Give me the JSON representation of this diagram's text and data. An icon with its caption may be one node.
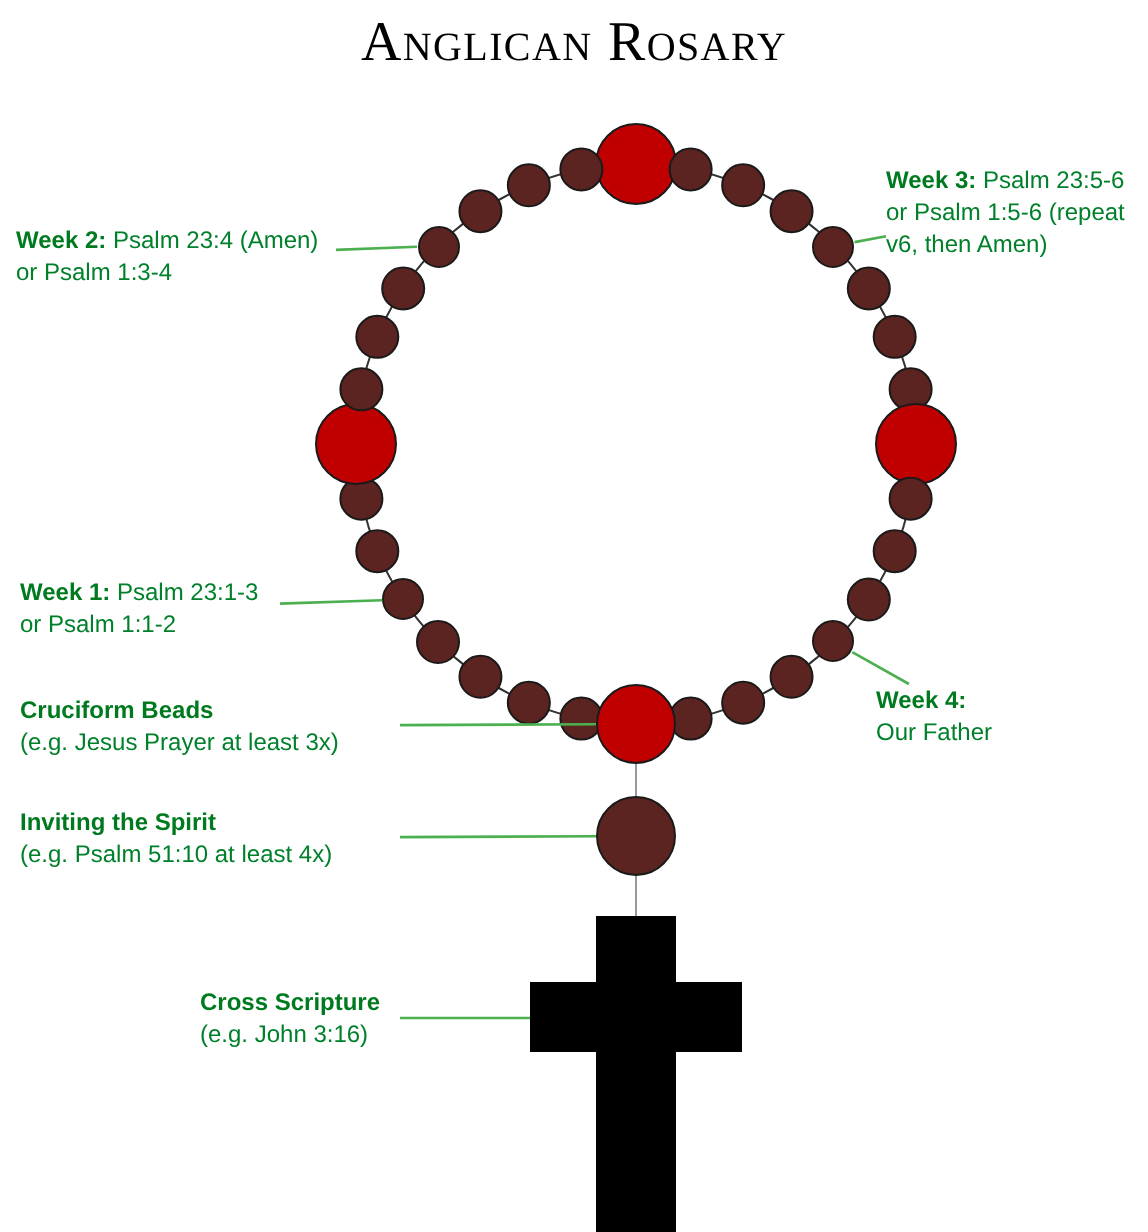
{
  "diagram": {
    "title": "Anglican Rosary",
    "nodes": [
      {
        "text": [
          "**Week 2:** Psalm 23:4 (Amen) or Psalm 1:3-4"
        ]
      },
      {
        "text": [
          "**Week 3:** Psalm 23:5-6 or Psalm 1:5-6 (repeat v6, then Amen)"
        ]
      },
      {
        "text": [
          "**Week 1:** Psalm 23:1-3 or Psalm 1:1-2"
        ]
      },
      {
        "text": [
          "Cruciform Beads",
          "(e.g. Jesus Prayer at least 3x)"
        ]
      },
      {
        "text": [
          "Week 4:",
          "Our Father"
        ]
      },
      {
        "text": [
          "Inviting the Spirit",
          "(e.g. Psalm 51:10 at least 4x)"
        ]
      },
      {
        "text": [
          "Cross Scripture",
          "(e.g. John 3:16)"
        ]
      },
      {
        "text": [],
        "shape": "circle"
      },
      {
        "text": [],
        "shape": "circle"
      },
      {
        "text": [],
        "shape": "circle"
      },
      {
        "text": [],
        "shape": "circle"
      },
      {
        "text": [],
        "shape": "circle"
      },
      {
        "text": [],
        "shape": "circle"
      },
      {
        "text": [],
        "shape": "cross"
      }
    ],
    "edges": [
      {
        "from": 0,
        "to": 7,
        "arrow": "none"
      },
      {
        "from": 1,
        "to": 8,
        "arrow": "none"
      },
      {
        "from": 2,
        "to": 9,
        "arrow": "none"
      },
      {
        "from": 3,
        "to": 10,
        "arrow": "none"
      },
      {
        "from": 4,
        "to": 11,
        "arrow": "none"
      },
      {
        "from": 5,
        "to": 12,
        "arrow": "none"
      },
      {
        "from": 6,
        "to": 13,
        "arrow": "none"
      },
      {
        "from": 10,
        "to": 12,
        "arrow": "none",
        "color": "#999999"
      },
      {
        "from": 12,
        "to": 13,
        "arrow": "none",
        "color": "#999999"
      }
    ]
  }
}
